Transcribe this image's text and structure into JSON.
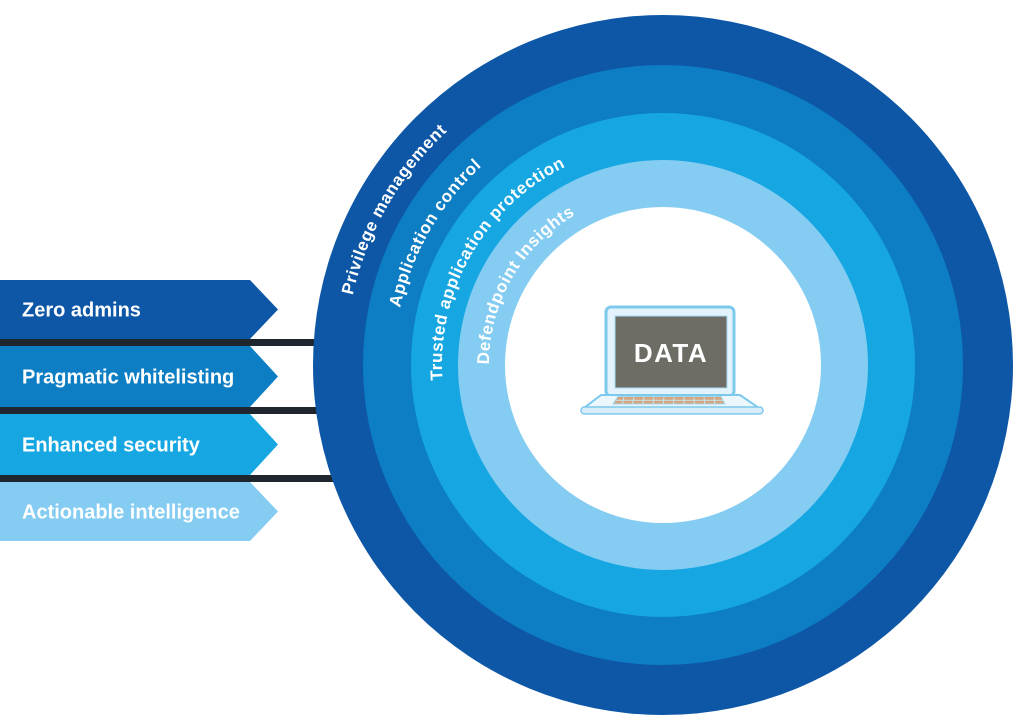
{
  "diagram": {
    "background_color": "#ffffff",
    "connector_color": "#20262e",
    "label_color": "#ffffff",
    "rings": [
      {
        "label": "Privilege management",
        "color": "#0d57a6"
      },
      {
        "label": "Application control",
        "color": "#0d7ec3"
      },
      {
        "label": "Trusted application protection",
        "color": "#16a7e3"
      },
      {
        "label": "Defendpoint Insights",
        "color": "#84ccf2"
      }
    ],
    "center": {
      "label": "DATA",
      "screen_color": "#6e6d65",
      "laptop_line_color": "#7dc9ec",
      "keyboard_color": "#d8a47b"
    },
    "benefits": [
      {
        "label": "Zero admins",
        "color": "#0d57a6"
      },
      {
        "label": "Pragmatic whitelisting",
        "color": "#0d7ec3"
      },
      {
        "label": "Enhanced security",
        "color": "#16a7e3"
      },
      {
        "label": "Actionable intelligence",
        "color": "#84ccf2"
      }
    ]
  }
}
